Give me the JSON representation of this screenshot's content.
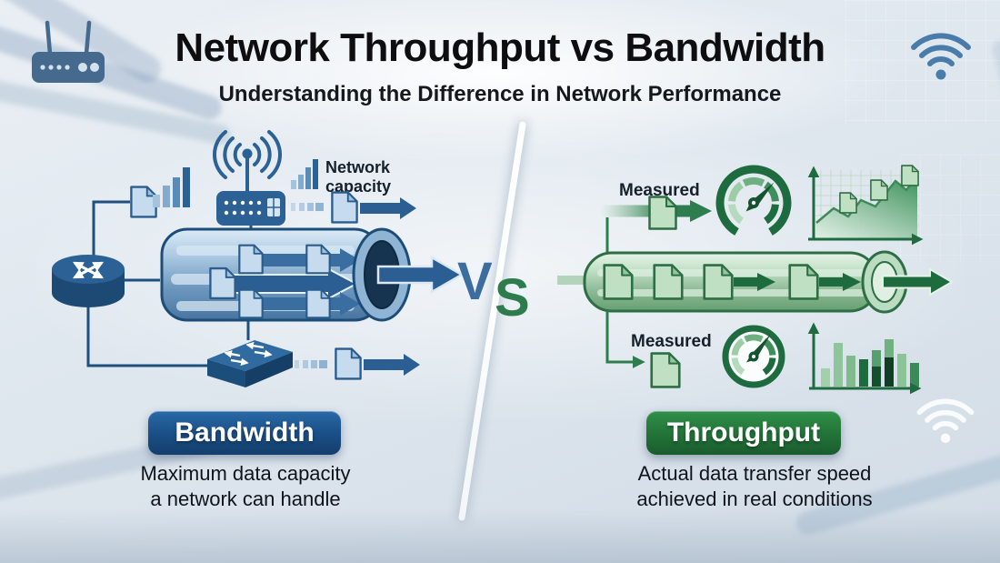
{
  "header": {
    "title": "Network Throughput vs Bandwidth",
    "subtitle": "Understanding the Difference in Network Performance"
  },
  "versus": {
    "v": "V",
    "s": "S"
  },
  "bandwidth": {
    "capacity_label_lines": [
      "Network",
      "capacity"
    ],
    "badge_label": "Bandwidth",
    "caption_lines": [
      "Maximum data capacity",
      "a network can handle"
    ]
  },
  "throughput": {
    "measured_top_label": "Measured",
    "measured_bottom_label": "Measured",
    "badge_label": "Throughput",
    "caption_lines": [
      "Actual data transfer speed",
      "achieved in real conditions"
    ]
  },
  "colors": {
    "bandwidth_primary": "#2b6195",
    "bandwidth_dark": "#1c4d78",
    "bandwidth_badge": "#1b5088",
    "throughput_primary": "#2e7d4f",
    "throughput_dark": "#1d6b3f",
    "throughput_badge": "#227238",
    "vs_v": "#3c6d9f",
    "vs_s": "#2e7c4e",
    "title_text": "#0e0e10"
  },
  "icons": {
    "router-device-icon": "box with two antennas and led dots",
    "wifi-icon": "three arcs over a dot",
    "router-icon": "cylinder with crossing white arrows",
    "switch-icon": "isometric box with opposing arrows",
    "modem-icon": "rounded box with dot grid and antenna",
    "signal-bars-icon": "ascending bars",
    "document-icon": "page with folded corner",
    "speedometer-icon": "gauge arc with needle",
    "area-chart-icon": "rising green area graph on grid",
    "bar-chart-icon": "green vertical bars on axes",
    "pipe-icon": "open-ended tube carrying documents",
    "arrow-icon": "thick right-pointing arrow"
  }
}
